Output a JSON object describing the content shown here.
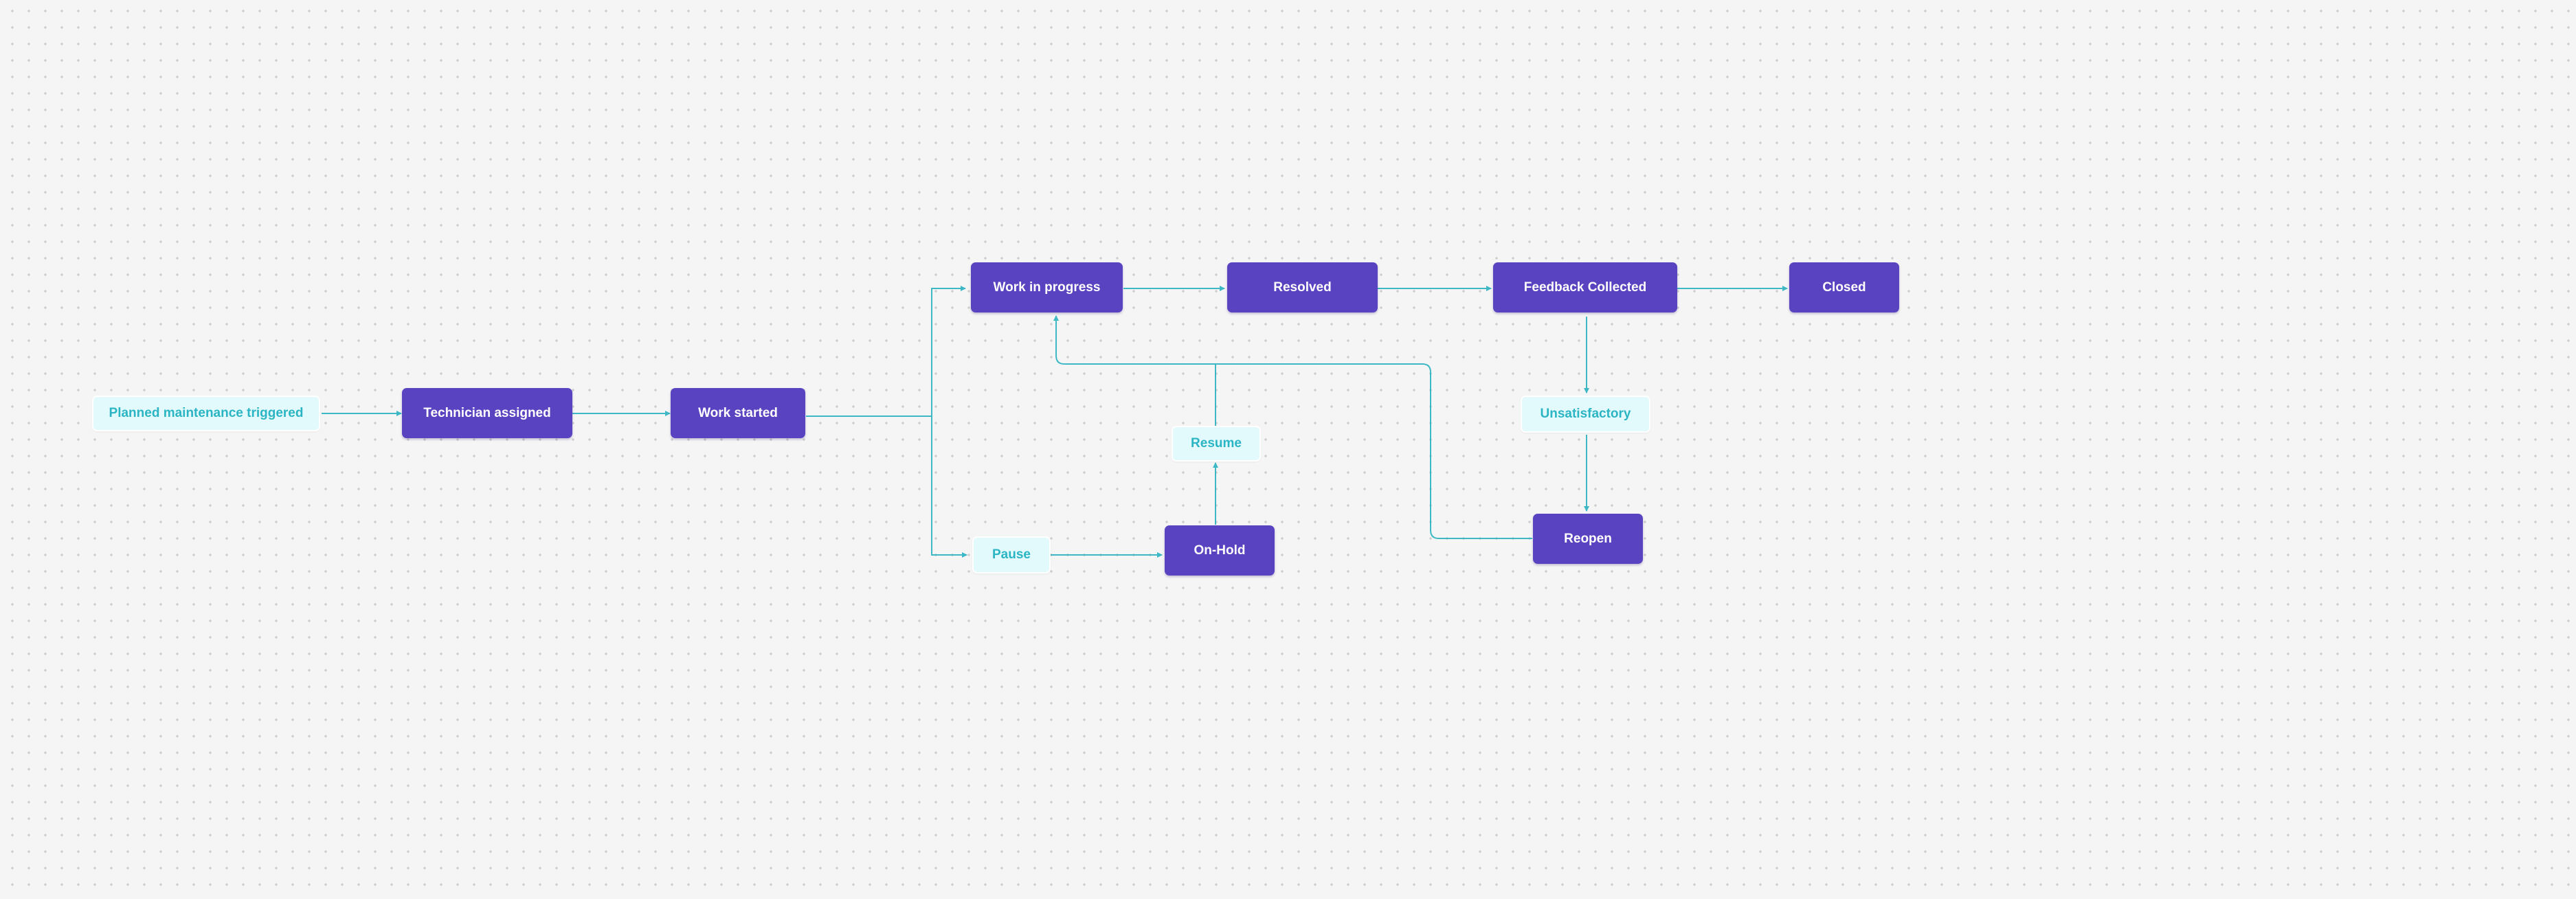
{
  "diagram": {
    "connector_color": "#3fb8c6",
    "state_color": "#5a43c0",
    "event_fill": "#e3fafc",
    "event_text_color": "#2bb5c4",
    "nodes": {
      "planned_maintenance_triggered": "Planned maintenance triggered",
      "technician_assigned": "Technician assigned",
      "work_started": "Work started",
      "work_in_progress": "Work in progress",
      "resolved": "Resolved",
      "feedback_collected": "Feedback Collected",
      "closed": "Closed",
      "unsatisfactory": "Unsatisfactory",
      "reopen": "Reopen",
      "pause": "Pause",
      "on_hold": "On-Hold",
      "resume": "Resume"
    }
  }
}
